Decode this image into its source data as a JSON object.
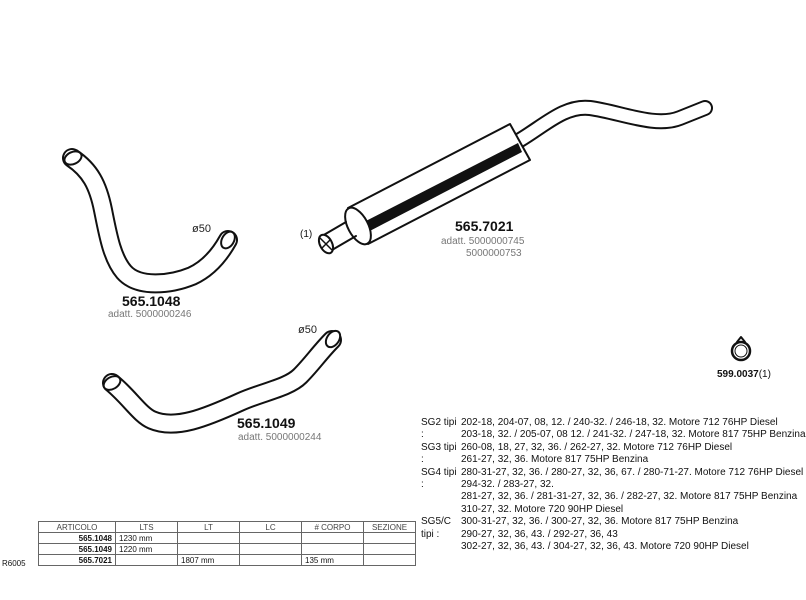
{
  "parts": {
    "pipe_left": {
      "code": "565.1048",
      "adatt": "adatt. 5000000246",
      "diameter": "ø50"
    },
    "pipe_bottom": {
      "code": "565.1049",
      "adatt": "adatt. 5000000244",
      "diameter": "ø50"
    },
    "muffler": {
      "code": "565.7021",
      "adatt_1": "adatt. 5000000745",
      "adatt_2": "5000000753",
      "note": "(1)"
    },
    "clamp": {
      "code": "599.0037",
      "note": "(1)"
    }
  },
  "applications": [
    {
      "label": "SG2 tipi :",
      "lines": [
        "202-18, 204-07, 08, 12. / 240-32. / 246-18, 32. Motore 712 76HP Diesel",
        "203-18, 32. / 205-07, 08 12. / 241-32. / 247-18, 32. Motore 817 75HP Benzina"
      ]
    },
    {
      "label": "SG3 tipi :",
      "lines": [
        "260-08, 18, 27, 32, 36. / 262-27, 32. Motore 712 76HP Diesel",
        "261-27, 32, 36. Motore 817 75HP Benzina"
      ]
    },
    {
      "label": "SG4 tipi :",
      "lines": [
        "280-31-27, 32, 36. / 280-27, 32, 36, 67. / 280-71-27. Motore 712 76HP Diesel",
        "294-32. / 283-27, 32.",
        "281-27, 32, 36. / 281-31-27, 32, 36. / 282-27, 32. Motore 817 75HP Benzina",
        "310-27, 32. Motore 720 90HP Diesel"
      ]
    },
    {
      "label": "SG5/C tipi :",
      "lines": [
        "300-31-27, 32, 36. / 300-27, 32, 36. Motore 817 75HP Benzina",
        "290-27, 32, 36, 43. / 292-27, 36, 43",
        "302-27, 32, 36, 43. / 304-27, 32, 36, 43. Motore 720 90HP Diesel"
      ]
    }
  ],
  "table": {
    "row_code": "R6005",
    "headers": [
      "ARTICOLO",
      "LTS",
      "LT",
      "LC",
      "# CORPO",
      "SEZIONE"
    ],
    "rows": [
      [
        "565.1048",
        "1230 mm",
        "",
        "",
        "",
        ""
      ],
      [
        "565.1049",
        "1220 mm",
        "",
        "",
        "",
        ""
      ],
      [
        "565.7021",
        "",
        "1807 mm",
        "",
        "135 mm",
        ""
      ]
    ]
  }
}
